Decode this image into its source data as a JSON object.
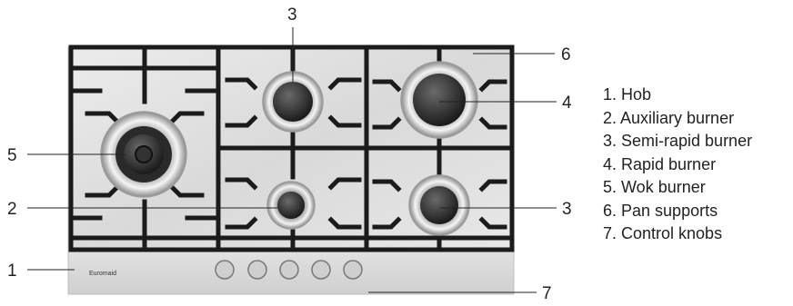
{
  "callouts": {
    "hob": "1",
    "auxiliary_burner": "2",
    "semi_rapid_top": "3",
    "semi_rapid_bottom": "3",
    "rapid_burner": "4",
    "wok_burner": "5",
    "pan_supports": "6",
    "control_knobs": "7"
  },
  "brand": "Euromaid",
  "legend": [
    "1. Hob",
    "2. Auxiliary burner",
    "3. Semi-rapid burner",
    "4. Rapid burner",
    "5. Wok burner",
    "6. Pan supports",
    "7. Control knobs"
  ]
}
